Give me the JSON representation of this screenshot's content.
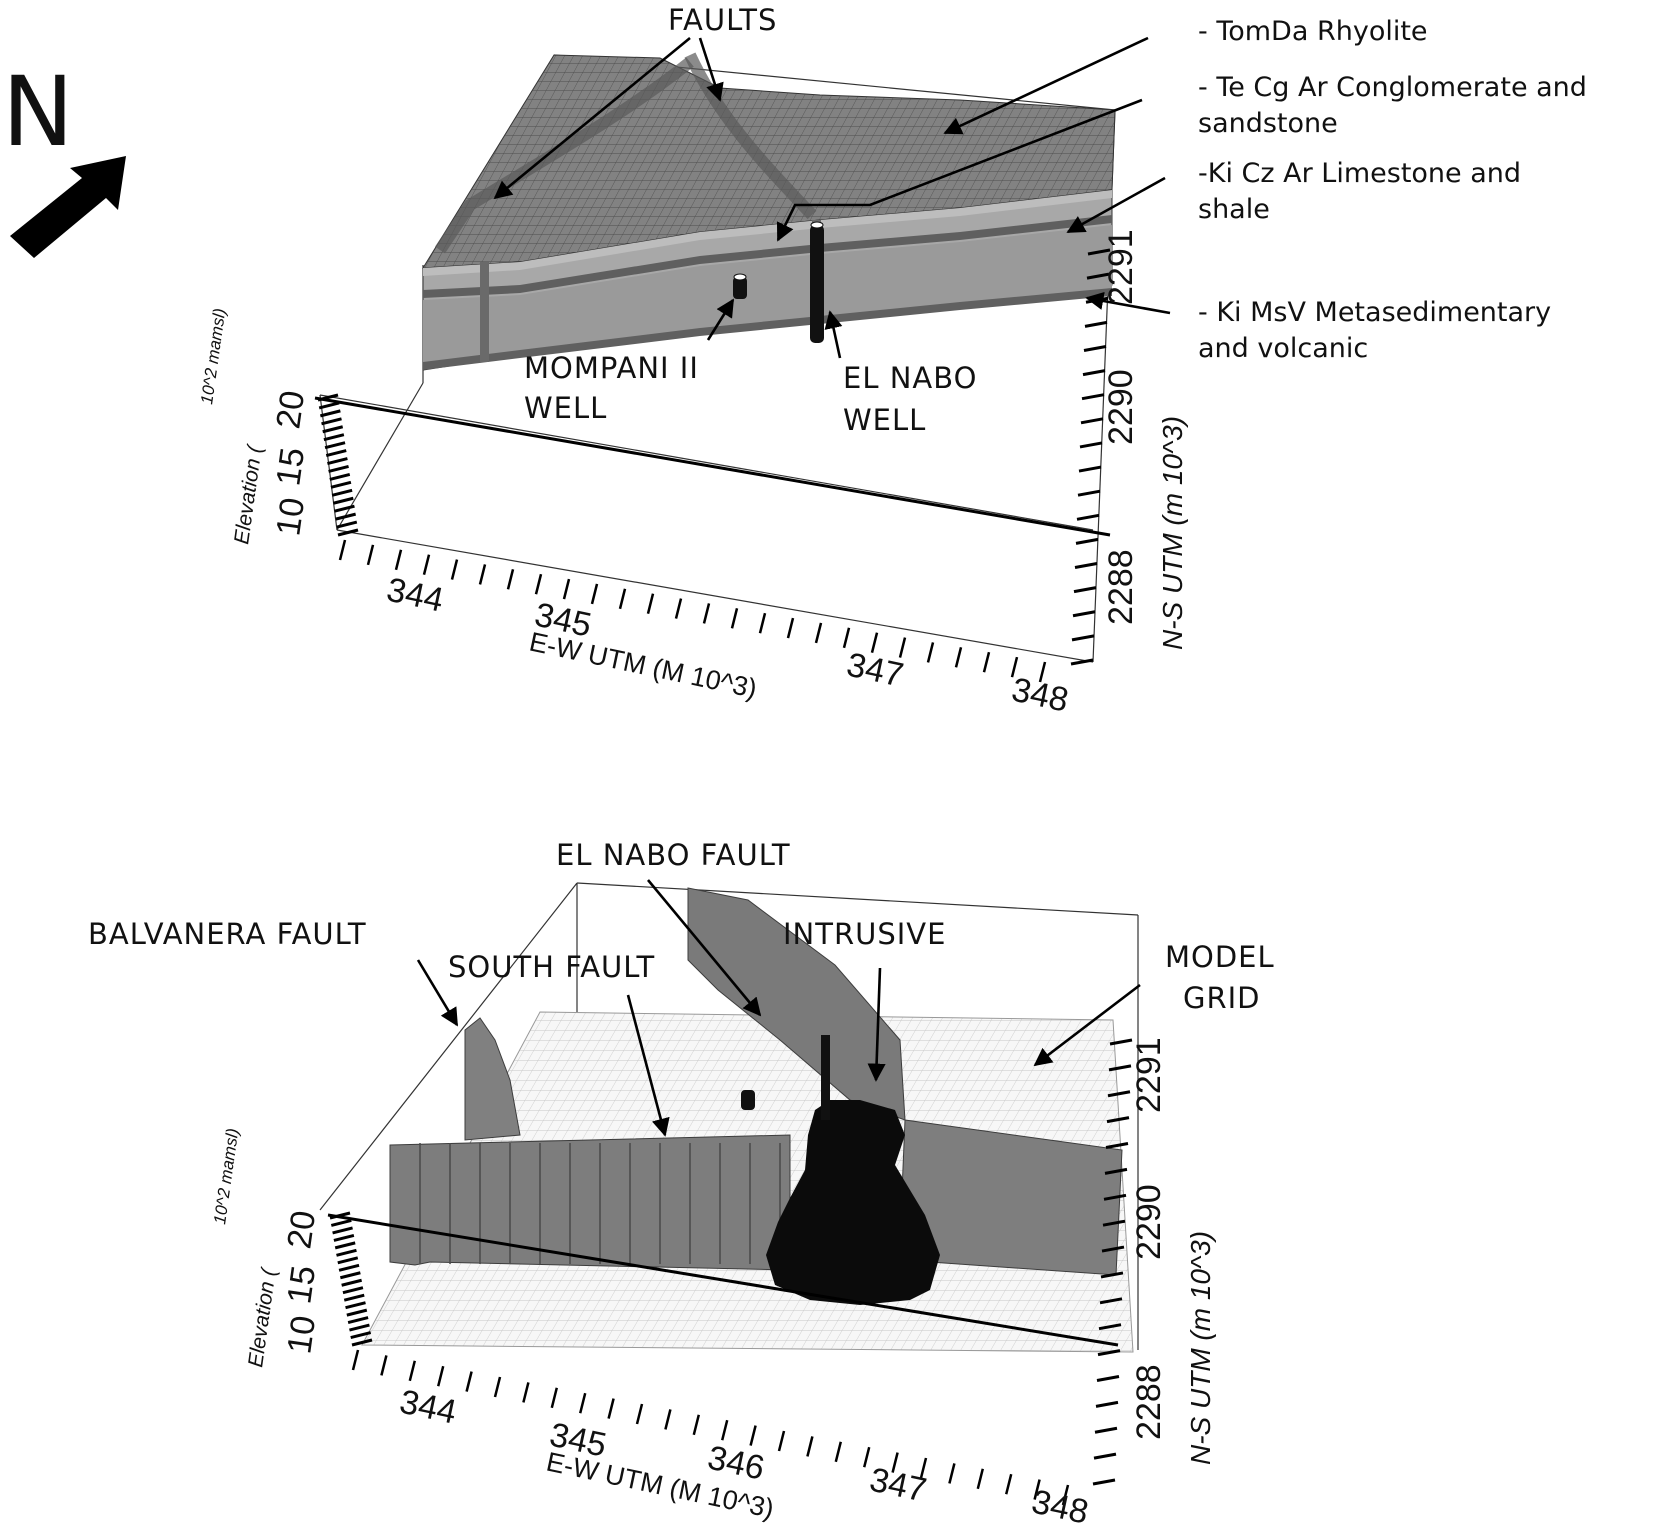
{
  "north": {
    "label": "N"
  },
  "top": {
    "faults": "FAULTS",
    "mompani_1": "MOMPANI II",
    "mompani_2": "WELL",
    "elnabo_1": "EL NABO",
    "elnabo_2": "WELL",
    "legend": [
      [
        "- TomDa Rhyolite"
      ],
      [
        "- Te Cg Ar Conglomerate and",
        "sandstone"
      ],
      [
        "-Ki Cz Ar Limestone and",
        "shale"
      ],
      [
        "- Ki MsV Metasedimentary",
        "and volcanic"
      ]
    ],
    "elev_label_a": "Elevation (",
    "elev_label_b": "10^2 mamsl)",
    "elev_ticks": [
      "20",
      "15",
      "10"
    ],
    "ew_label": "E-W  UTM (M 10^3)",
    "ew_ticks": [
      "344",
      "345",
      "347",
      "348"
    ],
    "ns_label": "N-S UTM (m 10^3)",
    "ns_ticks": [
      "2291",
      "2290",
      "2288"
    ]
  },
  "bottom": {
    "elnabo_fault": "EL NABO FAULT",
    "balvanera_fault": "BALVANERA FAULT",
    "south_fault": "SOUTH FAULT",
    "intrusive": "INTRUSIVE",
    "model_1": "MODEL",
    "model_2": "GRID",
    "elev_label_a": "Elevation (",
    "elev_label_b": "10^2 mamsl)",
    "elev_ticks": [
      "20",
      "15",
      "10"
    ],
    "ew_label": "E-W  UTM (M 10^3)",
    "ew_ticks": [
      "344",
      "345",
      "346",
      "347",
      "348"
    ],
    "ns_label": "N-S UTM (m 10^3)",
    "ns_ticks": [
      "2291",
      "2290",
      "2288"
    ]
  },
  "colors": {
    "surface": "#7c7c7c",
    "layer_light": "#a9a9a9",
    "layer_mid": "#939393",
    "layer_dark": "#5e5e5e",
    "fault": "#777777",
    "intrusive": "#0b0b0b",
    "grid": "#cfcfcf"
  }
}
